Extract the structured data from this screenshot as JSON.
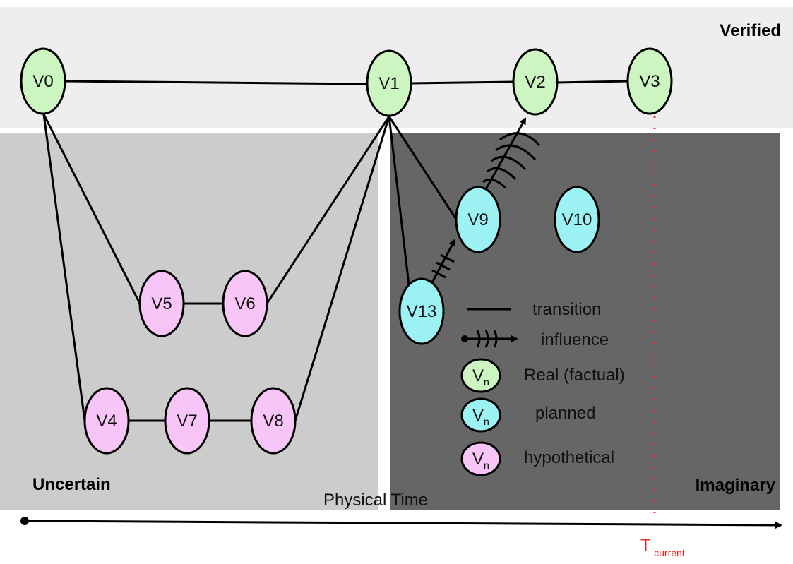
{
  "regions": {
    "verified": "Verified",
    "uncertain": "Uncertain",
    "imaginary": "Imaginary"
  },
  "axis": {
    "label": "Physical Time",
    "marker_main": "T",
    "marker_sub": "current",
    "marker_color": "#dd2222"
  },
  "colors": {
    "real": "#ccf5c2",
    "planned": "#9cf2f2",
    "hypothetical": "#f7c6f7",
    "verified_band": "#eeeeee",
    "uncertain_band": "#cccccc",
    "imaginary_band": "#666666"
  },
  "nodes": {
    "v0": "V0",
    "v1": "V1",
    "v2": "V2",
    "v3": "V3",
    "v4": "V4",
    "v5": "V5",
    "v6": "V6",
    "v7": "V7",
    "v8": "V8",
    "v9": "V9",
    "v10": "V10",
    "v13": "V13"
  },
  "legend": {
    "transition": "transition",
    "influence": "influence",
    "symbol_main": "V",
    "symbol_sub": "n",
    "real": "Real (factual)",
    "planned": "planned",
    "hypothetical": "hypothetical"
  }
}
